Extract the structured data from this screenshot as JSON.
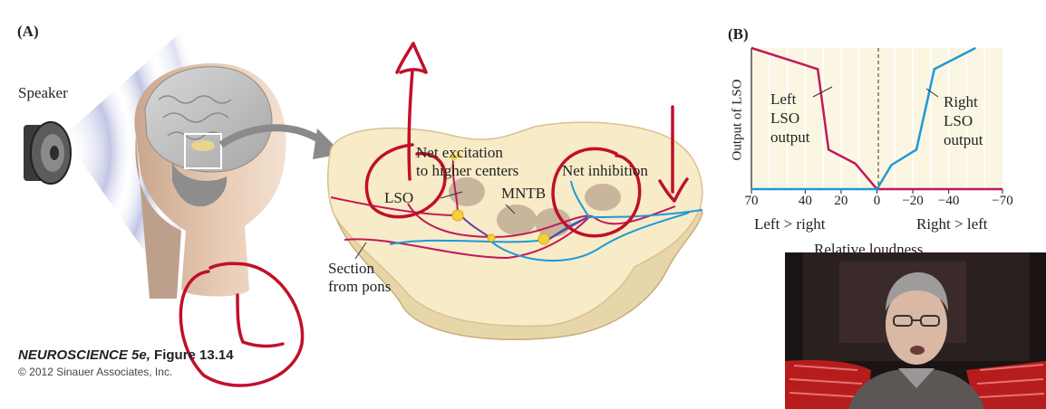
{
  "panel_a": {
    "label": "(A)",
    "speaker_label": "Speaker",
    "lso_label": "LSO",
    "mntb_label": "MNTB",
    "net_excitation_label": [
      "Net excitation",
      "to higher centers"
    ],
    "net_inhibition_label": "Net inhibition",
    "section_label": [
      "Section",
      "from pons"
    ]
  },
  "panel_b": {
    "label": "(B)",
    "y_axis_label": "Output of LSO",
    "left_output_label": [
      "Left",
      "LSO",
      "output"
    ],
    "right_output_label": [
      "Right",
      "LSO",
      "output"
    ],
    "left_dir_label": "Left > right",
    "right_dir_label": "Right > left",
    "x_axis_label_partial": "Relative loudness"
  },
  "credit": {
    "title_italic": "NEUROSCIENCE 5e,",
    "title_rest": " Figure 13.14",
    "copyright": "© 2012 Sinauer Associates, Inc."
  },
  "colors": {
    "left_curve": "#c2185b",
    "right_curve": "#1e9ad6",
    "annotation_ink": "#c0102b",
    "pons_fill": "#f7ebc8",
    "pons_edge": "#d9c18f",
    "nucleus": "#c9b59c",
    "plot_bg": "#fbf6e2"
  },
  "chart_data": {
    "type": "line",
    "xlabel": "Relative loudness",
    "ylabel": "Output of LSO",
    "x_tick_labels": [
      "70",
      "40",
      "20",
      "0",
      "−20",
      "−40",
      "−70"
    ],
    "x_tick_values": [
      70,
      40,
      20,
      0,
      -20,
      -40,
      -70
    ],
    "xlim": [
      70,
      -70
    ],
    "grid": true,
    "series": [
      {
        "name": "Left LSO output",
        "color": "#c2185b",
        "points": [
          [
            70,
            100
          ],
          [
            33,
            85
          ],
          [
            27,
            28
          ],
          [
            12,
            18
          ],
          [
            0,
            0
          ],
          [
            -70,
            0
          ]
        ]
      },
      {
        "name": "Right LSO output",
        "color": "#1e9ad6",
        "points": [
          [
            70,
            0
          ],
          [
            0,
            0
          ],
          [
            -8,
            17
          ],
          [
            -22,
            28
          ],
          [
            -32,
            85
          ],
          [
            -55,
            100
          ]
        ]
      }
    ]
  }
}
